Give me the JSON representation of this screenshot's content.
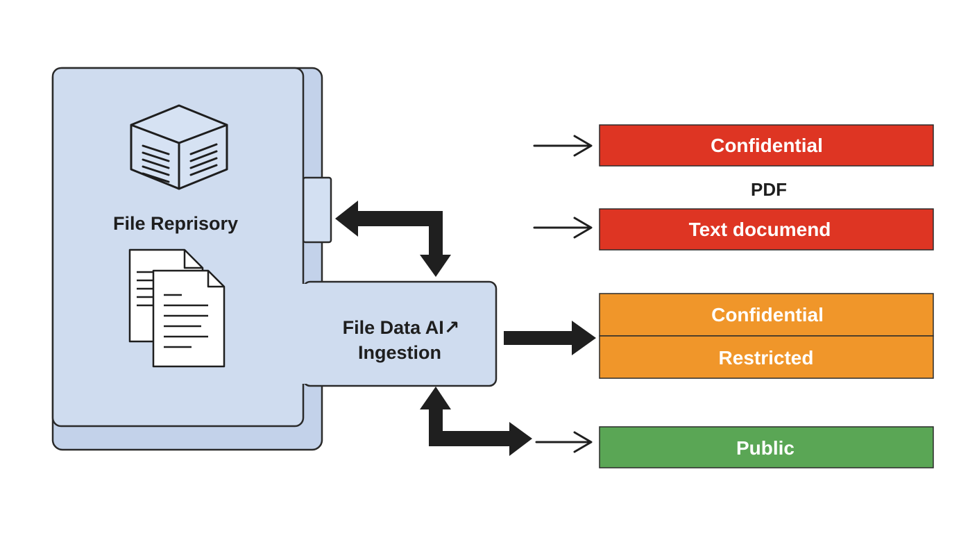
{
  "diagram": {
    "repository": {
      "title": "File Reprisory",
      "icons": [
        "storage-box-icon",
        "documents-icon"
      ],
      "fill_color": "#cfdcef",
      "border_color": "#2a2a2a"
    },
    "ingestion": {
      "title_line1": "File Data AI↗",
      "title_line2": "Ingestion",
      "fill_color": "#cfdcef"
    },
    "between_label": "PDF",
    "categories": [
      {
        "label": "Confidential",
        "color": "#de3523"
      },
      {
        "label": "Text documend",
        "color": "#de3523"
      },
      {
        "label": "Confidential",
        "color": "#f0962a"
      },
      {
        "label": "Restricted",
        "color": "#f0962a"
      },
      {
        "label": "Public",
        "color": "#5aa655"
      }
    ],
    "arrow_color": "#1f1f1f"
  }
}
